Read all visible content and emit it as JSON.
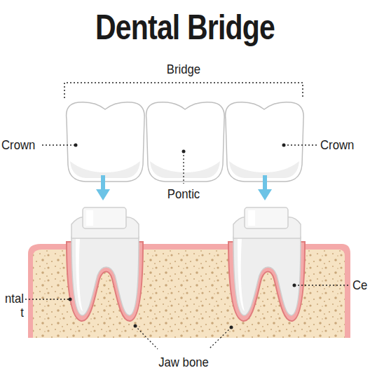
{
  "diagram": {
    "title": "Dental Bridge",
    "labels": [
      "Bridge",
      "Crown",
      "Crown",
      "Pontic",
      "ntal t",
      "Ce",
      "Jaw bone"
    ]
  }
}
